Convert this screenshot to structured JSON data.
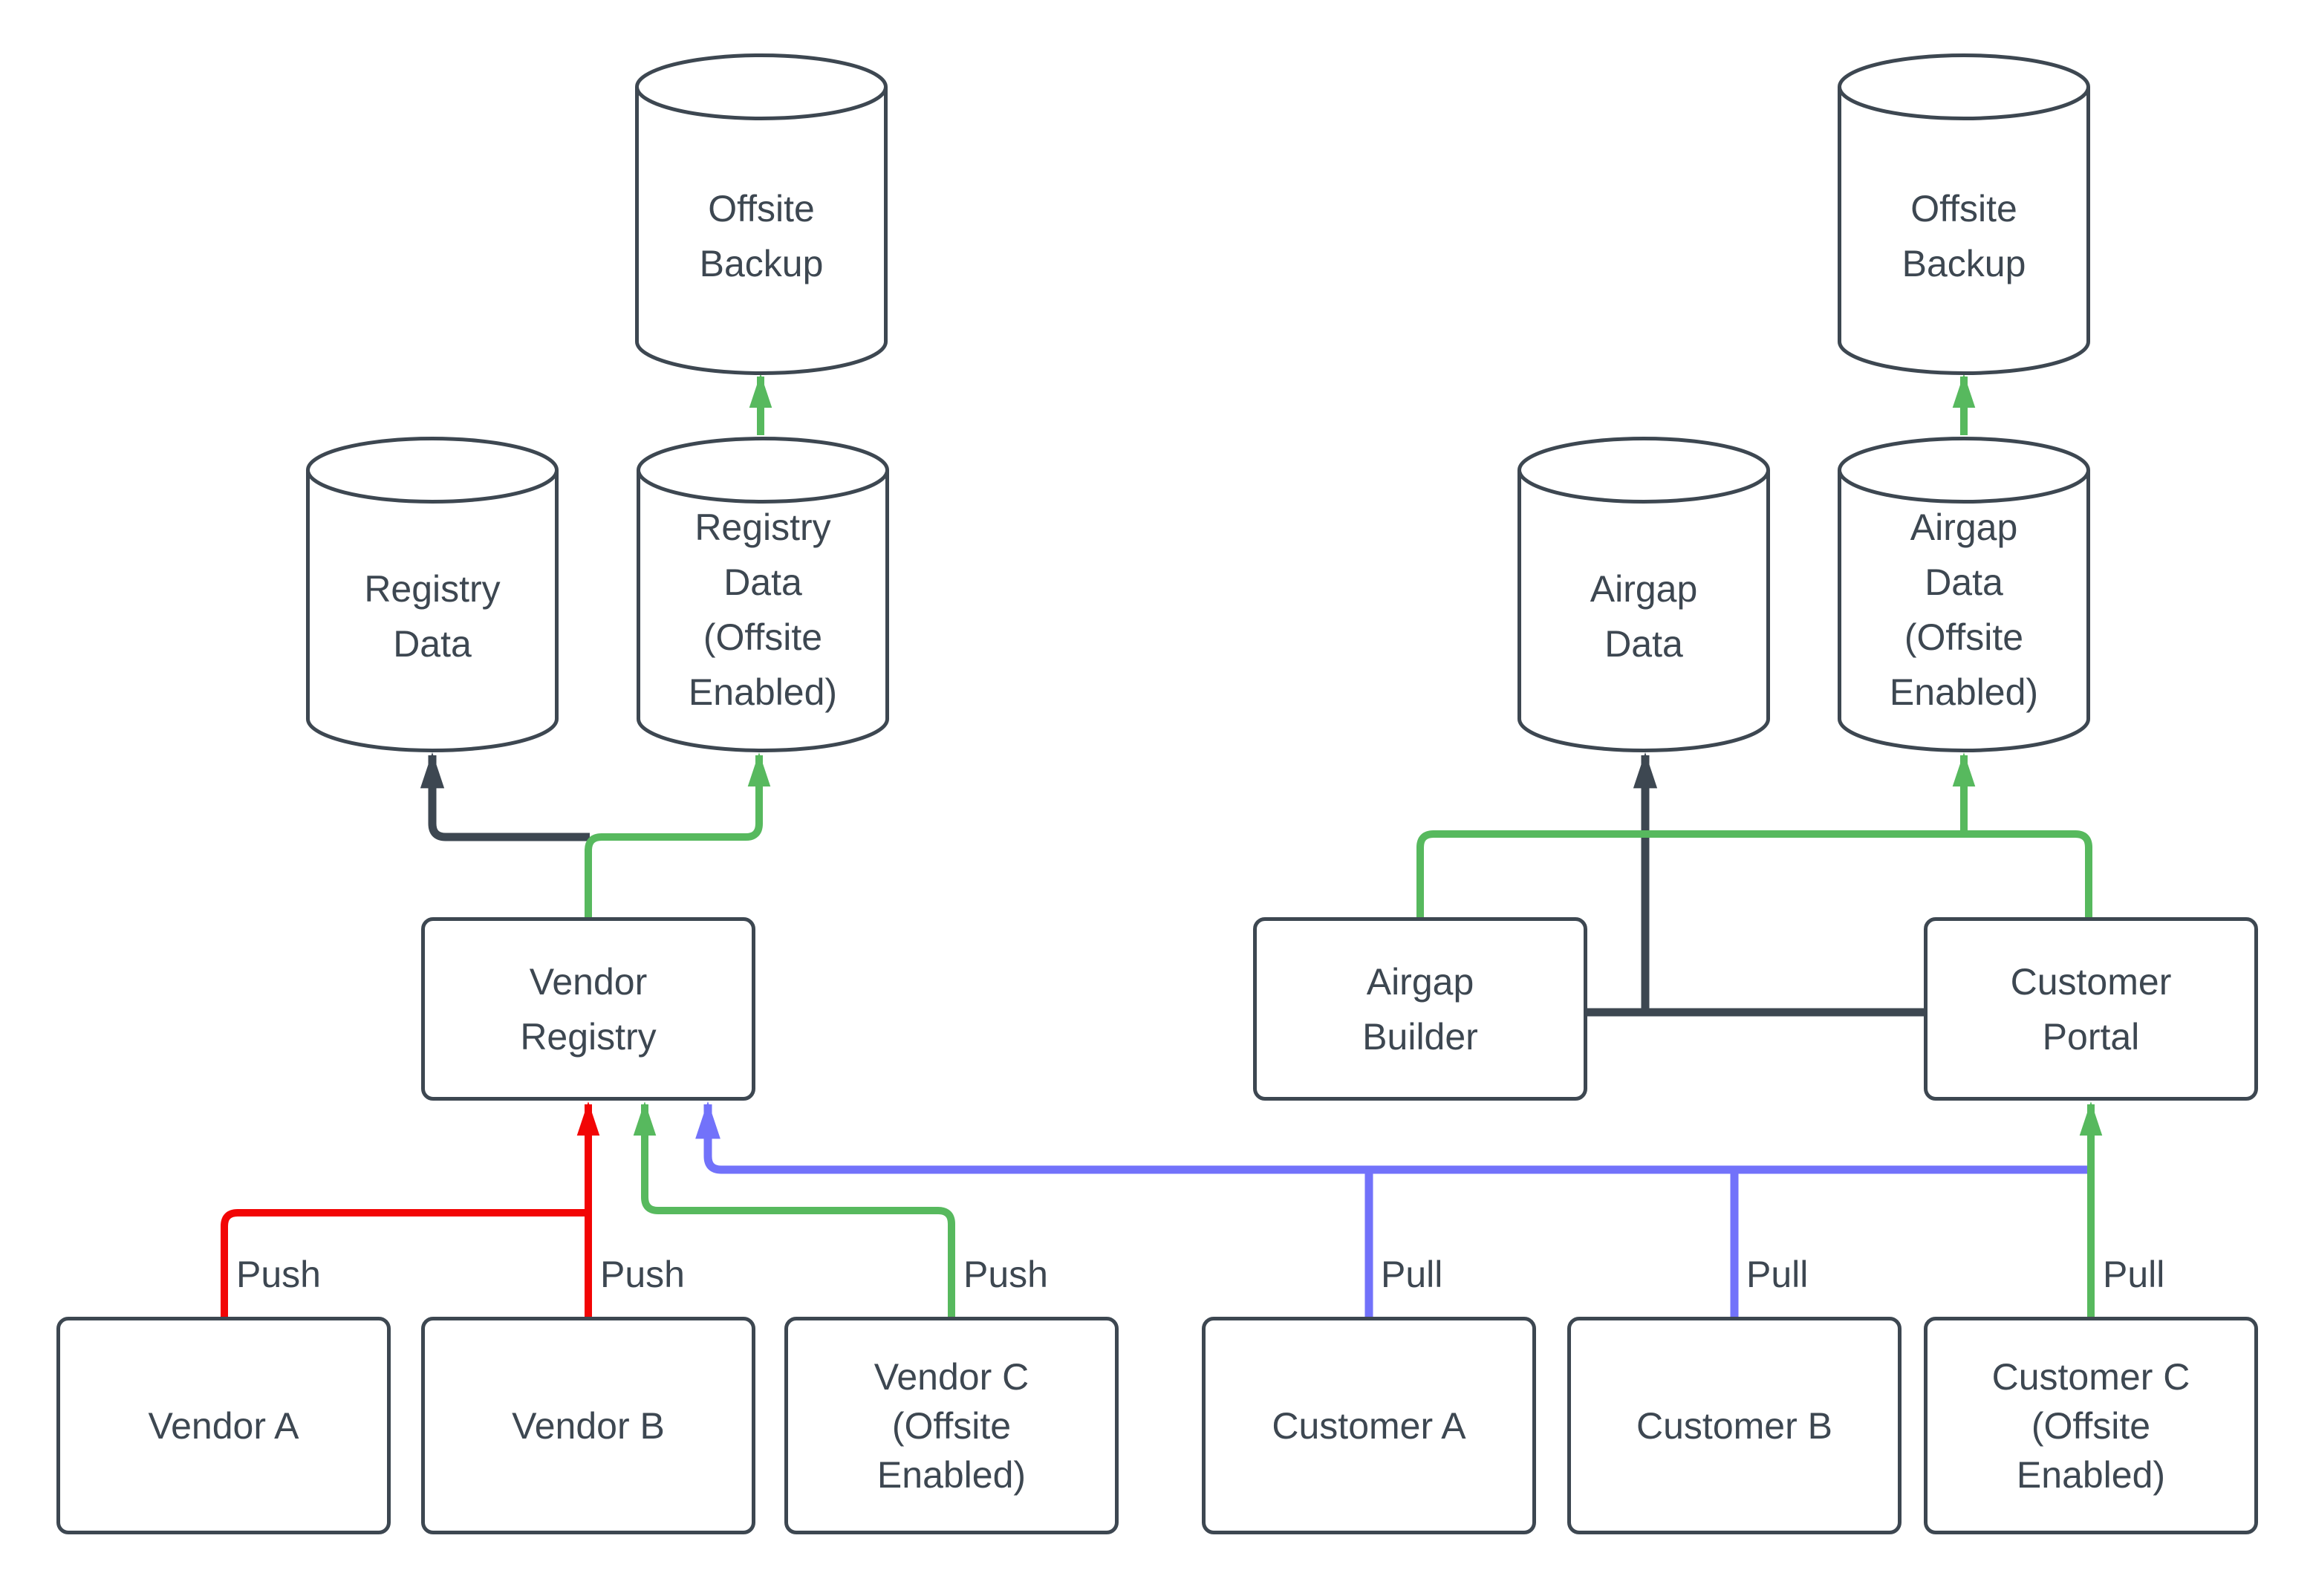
{
  "colors": {
    "stroke": "#3d4751",
    "text": "#3d4751",
    "background": "#ffffff",
    "push_red": "#f20505",
    "offsite_green": "#57b95e",
    "pull_blue": "#7272fa",
    "dark_edge": "#3d4751"
  },
  "nodes": {
    "offsite_backup_left": {
      "label": "Offsite\nBackup"
    },
    "registry_data": {
      "label": "Registry\nData"
    },
    "registry_data_offsite": {
      "label": "Registry\nData\n(Offsite\nEnabled)"
    },
    "vendor_registry": {
      "label": "Vendor\nRegistry"
    },
    "vendor_a": {
      "label": "Vendor A"
    },
    "vendor_b": {
      "label": "Vendor B"
    },
    "vendor_c": {
      "label": "Vendor C\n(Offsite\nEnabled)"
    },
    "airgap_data": {
      "label": "Airgap\nData"
    },
    "airgap_data_offsite": {
      "label": "Airgap\nData\n(Offsite\nEnabled)"
    },
    "offsite_backup_right": {
      "label": "Offsite\nBackup"
    },
    "airgap_builder": {
      "label": "Airgap\nBuilder"
    },
    "customer_portal": {
      "label": "Customer\nPortal"
    },
    "customer_a": {
      "label": "Customer A"
    },
    "customer_b": {
      "label": "Customer B"
    },
    "customer_c": {
      "label": "Customer C\n(Offsite\nEnabled)"
    }
  },
  "edge_labels": {
    "vendor_a_push": "Push",
    "vendor_b_push": "Push",
    "vendor_c_push": "Push",
    "customer_a_pull": "Pull",
    "customer_b_pull": "Pull",
    "customer_c_pull": "Pull"
  }
}
